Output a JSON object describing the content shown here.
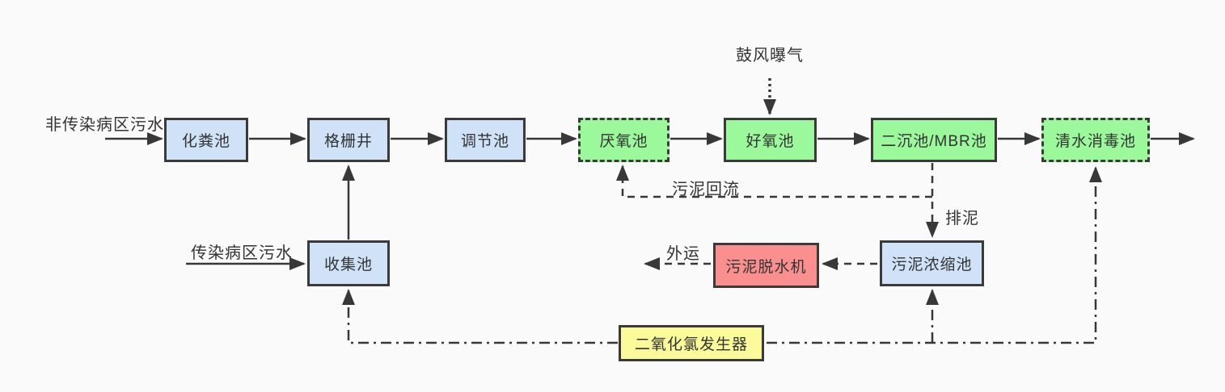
{
  "diagram": {
    "nodes": {
      "septic": {
        "label": "化粪池"
      },
      "grid_well": {
        "label": "格栅井"
      },
      "regulating": {
        "label": "调节池"
      },
      "anaerobic": {
        "label": "厌氧池"
      },
      "aerobic": {
        "label": "好氧池"
      },
      "mbr": {
        "label": "二沉池/MBR池"
      },
      "disinfection": {
        "label": "清水消毒池"
      },
      "collection": {
        "label": "收集池"
      },
      "dewatering": {
        "label": "污泥脱水机"
      },
      "thickening": {
        "label": "污泥浓缩池"
      },
      "generator": {
        "label": "二氧化氯发生器"
      }
    },
    "labels": {
      "non_infectious_inflow": "非传染病区污水",
      "infectious_inflow": "传染病区污水",
      "blower_aeration": "鼓风曝气",
      "sludge_return": "污泥回流",
      "sludge_discharge": "排泥",
      "outbound_transport": "外运"
    },
    "colors": {
      "blue_fill": "#cfe2f7",
      "green_fill": "#9bf99b",
      "red_fill": "#fa8f8f",
      "yellow_fill": "#fbfb9b",
      "line_stroke": "#383838",
      "background": "#fafafa"
    }
  }
}
